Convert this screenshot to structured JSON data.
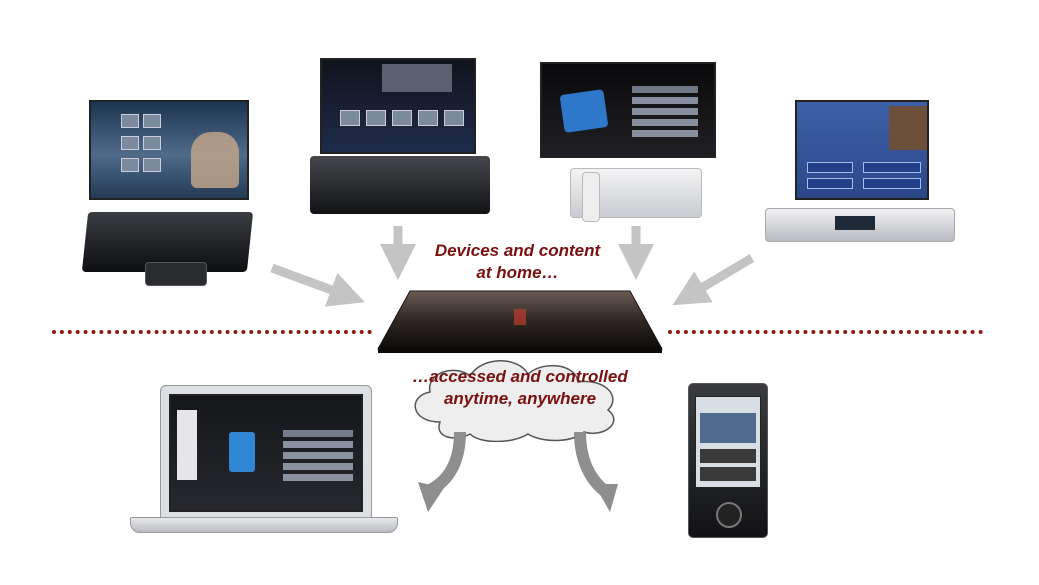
{
  "captions": {
    "top_line1": "Devices and content",
    "top_line2": "at home…",
    "bottom_line1": "…accessed and controlled",
    "bottom_line2": "anytime, anywhere"
  },
  "colors": {
    "caption": "#7a1010",
    "divider": "#8b1d14",
    "arrow": "#c4c4c4"
  },
  "icons": {
    "cloud": "cloud-icon",
    "remote_arrows": "curved-down-arrow-icon"
  }
}
